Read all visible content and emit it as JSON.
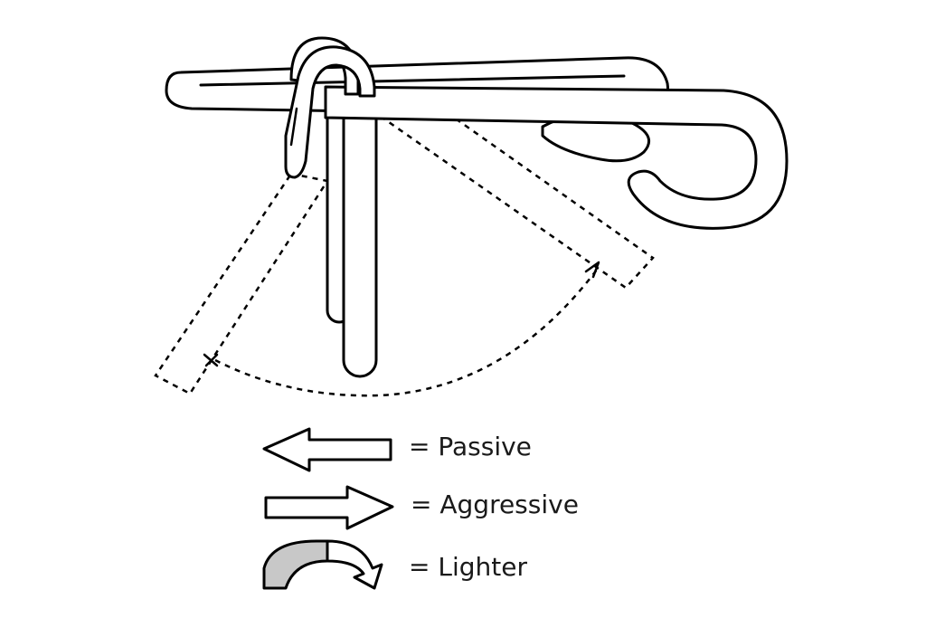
{
  "legend": {
    "passive": {
      "label": "= Passive",
      "icon": "left-arrow-icon"
    },
    "aggressive": {
      "label": "= Aggressive",
      "icon": "right-arrow-icon"
    },
    "lighter": {
      "label": "= Lighter",
      "icon": "curved-arrow-icon",
      "fill_color": "#c8c8c8"
    }
  },
  "colors": {
    "stroke": "#000000",
    "background": "#ffffff"
  }
}
